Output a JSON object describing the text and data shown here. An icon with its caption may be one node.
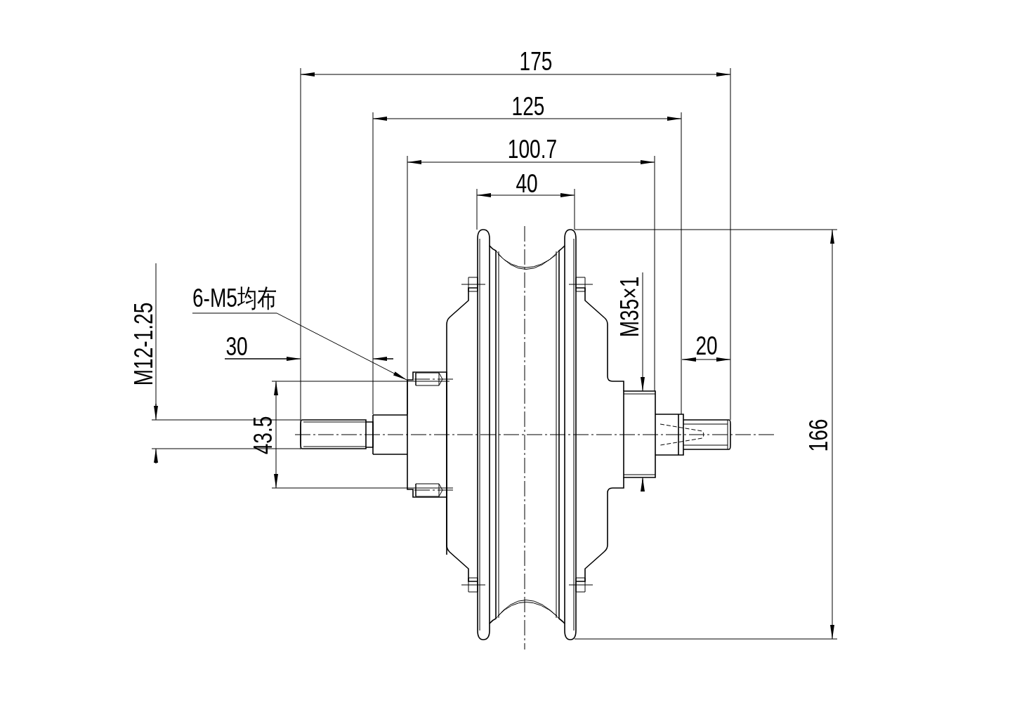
{
  "diagram": {
    "nodes": [
      {
        "text": [
          "6-M5均布"
        ]
      },
      {
        "text": [],
        "shape": "box"
      }
    ],
    "edges": [
      {
        "from": 0,
        "to": 1,
        "arrow": "to"
      }
    ],
    "labels": [
      "175",
      "125",
      "100.7",
      "40",
      "M12-1.25",
      "M35×1",
      "30",
      "20",
      "43.5",
      "166"
    ]
  }
}
